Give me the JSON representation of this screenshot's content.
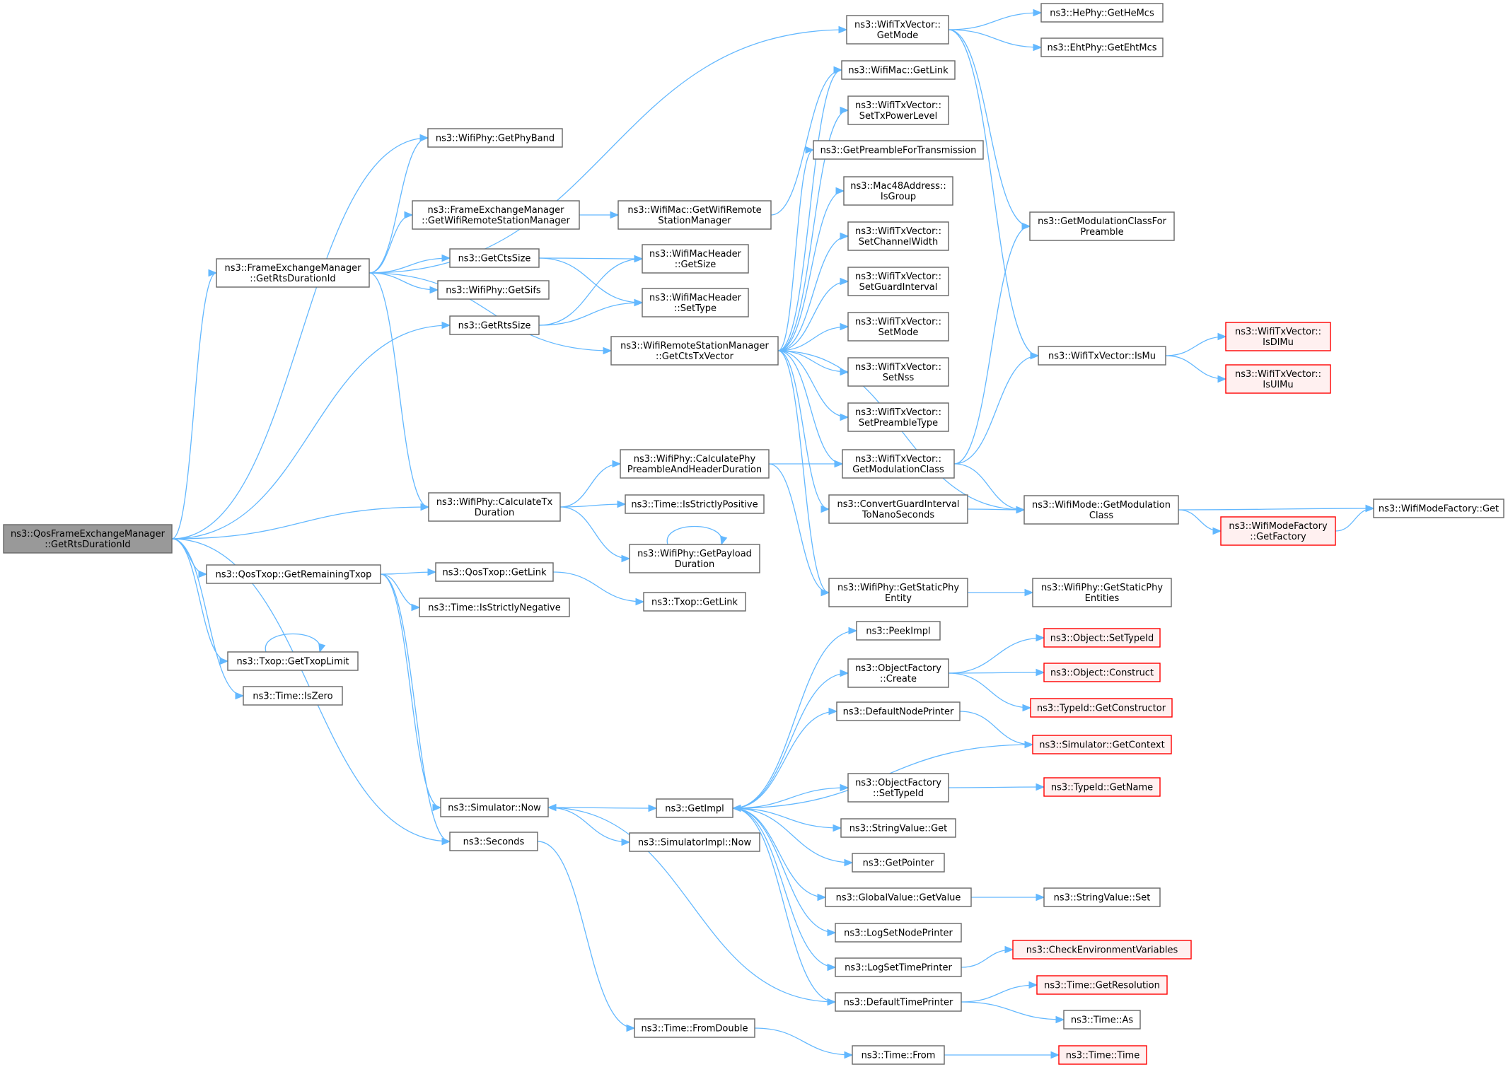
{
  "colors": {
    "edge": "#63b8ff",
    "node_fill": "#ffffff",
    "node_stroke": "#666666",
    "root_fill": "#999999",
    "root_stroke": "#666666",
    "truncated_fill": "#fff0f0",
    "truncated_stroke": "#ff0000"
  },
  "nodes": [
    {
      "id": "root",
      "lines": [
        "ns3::QosFrameExchangeManager",
        "::GetRtsDurationId"
      ],
      "style": "root"
    },
    {
      "id": "fem_getRtsDur",
      "lines": [
        "ns3::FrameExchangeManager",
        "::GetRtsDurationId"
      ]
    },
    {
      "id": "getPhyBand",
      "lines": [
        "ns3::WifiPhy::GetPhyBand"
      ]
    },
    {
      "id": "fem_getWRSM",
      "lines": [
        "ns3::FrameExchangeManager",
        "::GetWifiRemoteStationManager"
      ]
    },
    {
      "id": "getCtsSize",
      "lines": [
        "ns3::GetCtsSize"
      ]
    },
    {
      "id": "getSifs",
      "lines": [
        "ns3::WifiPhy::GetSifs"
      ]
    },
    {
      "id": "getRtsSize",
      "lines": [
        "ns3::GetRtsSize"
      ]
    },
    {
      "id": "calcTxDur",
      "lines": [
        "ns3::WifiPhy::CalculateTx",
        "Duration"
      ]
    },
    {
      "id": "getRemTxop",
      "lines": [
        "ns3::QosTxop::GetRemainingTxop"
      ]
    },
    {
      "id": "getTxopLimit",
      "lines": [
        "ns3::Txop::GetTxopLimit"
      ]
    },
    {
      "id": "isZero",
      "lines": [
        "ns3::Time::IsZero"
      ]
    },
    {
      "id": "simNow",
      "lines": [
        "ns3::Simulator::Now"
      ]
    },
    {
      "id": "seconds",
      "lines": [
        "ns3::Seconds"
      ]
    },
    {
      "id": "qosGetLink",
      "lines": [
        "ns3::QosTxop::GetLink"
      ]
    },
    {
      "id": "isStrictlyNeg",
      "lines": [
        "ns3::Time::IsStrictlyNegative"
      ]
    },
    {
      "id": "mac_getWRSM",
      "lines": [
        "ns3::WifiMac::GetWifiRemote",
        "StationManager"
      ]
    },
    {
      "id": "macHdrGetSize",
      "lines": [
        "ns3::WifiMacHeader",
        "::GetSize"
      ]
    },
    {
      "id": "macHdrSetType",
      "lines": [
        "ns3::WifiMacHeader",
        "::SetType"
      ]
    },
    {
      "id": "wrsm_getCts",
      "lines": [
        "ns3::WifiRemoteStationManager",
        "::GetCtsTxVector"
      ]
    },
    {
      "id": "calcPhyPreamble",
      "lines": [
        "ns3::WifiPhy::CalculatePhy",
        "PreambleAndHeaderDuration"
      ]
    },
    {
      "id": "isStrictlyPos",
      "lines": [
        "ns3::Time::IsStrictlyPositive"
      ]
    },
    {
      "id": "getPayloadDur",
      "lines": [
        "ns3::WifiPhy::GetPayload",
        "Duration"
      ]
    },
    {
      "id": "txopGetLink",
      "lines": [
        "ns3::Txop::GetLink"
      ]
    },
    {
      "id": "getImpl",
      "lines": [
        "ns3::GetImpl"
      ]
    },
    {
      "id": "simImplNow",
      "lines": [
        "ns3::SimulatorImpl::Now"
      ]
    },
    {
      "id": "fromDouble",
      "lines": [
        "ns3::Time::FromDouble"
      ]
    },
    {
      "id": "txv_getMode",
      "lines": [
        "ns3::WifiTxVector::",
        "GetMode"
      ]
    },
    {
      "id": "macGetLink",
      "lines": [
        "ns3::WifiMac::GetLink"
      ]
    },
    {
      "id": "setTxPower",
      "lines": [
        "ns3::WifiTxVector::",
        "SetTxPowerLevel"
      ]
    },
    {
      "id": "getPreambleTx",
      "lines": [
        "ns3::GetPreambleForTransmission"
      ]
    },
    {
      "id": "isGroup",
      "lines": [
        "ns3::Mac48Address::",
        "IsGroup"
      ]
    },
    {
      "id": "setChWidth",
      "lines": [
        "ns3::WifiTxVector::",
        "SetChannelWidth"
      ]
    },
    {
      "id": "setGuard",
      "lines": [
        "ns3::WifiTxVector::",
        "SetGuardInterval"
      ]
    },
    {
      "id": "setMode",
      "lines": [
        "ns3::WifiTxVector::",
        "SetMode"
      ]
    },
    {
      "id": "setNss",
      "lines": [
        "ns3::WifiTxVector::",
        "SetNss"
      ]
    },
    {
      "id": "setPreambleType",
      "lines": [
        "ns3::WifiTxVector::",
        "SetPreambleType"
      ]
    },
    {
      "id": "txv_getModClass",
      "lines": [
        "ns3::WifiTxVector::",
        "GetModulationClass"
      ]
    },
    {
      "id": "convGuard",
      "lines": [
        "ns3::ConvertGuardInterval",
        "ToNanoSeconds"
      ]
    },
    {
      "id": "getStaticPhy",
      "lines": [
        "ns3::WifiPhy::GetStaticPhy",
        "Entity"
      ]
    },
    {
      "id": "peekImpl",
      "lines": [
        "ns3::PeekImpl"
      ]
    },
    {
      "id": "objFactCreate",
      "lines": [
        "ns3::ObjectFactory",
        "::Create"
      ]
    },
    {
      "id": "defNodePrinter",
      "lines": [
        "ns3::DefaultNodePrinter"
      ]
    },
    {
      "id": "objFactSetType",
      "lines": [
        "ns3::ObjectFactory",
        "::SetTypeId"
      ]
    },
    {
      "id": "strValGet",
      "lines": [
        "ns3::StringValue::Get"
      ]
    },
    {
      "id": "getPointer",
      "lines": [
        "ns3::GetPointer"
      ]
    },
    {
      "id": "gvGetValue",
      "lines": [
        "ns3::GlobalValue::GetValue"
      ]
    },
    {
      "id": "logSetNode",
      "lines": [
        "ns3::LogSetNodePrinter"
      ]
    },
    {
      "id": "logSetTime",
      "lines": [
        "ns3::LogSetTimePrinter"
      ]
    },
    {
      "id": "defTimePrinter",
      "lines": [
        "ns3::DefaultTimePrinter"
      ]
    },
    {
      "id": "timeFrom",
      "lines": [
        "ns3::Time::From"
      ]
    },
    {
      "id": "heGetMcs",
      "lines": [
        "ns3::HePhy::GetHeMcs"
      ]
    },
    {
      "id": "ehtGetMcs",
      "lines": [
        "ns3::EhtPhy::GetEhtMcs"
      ]
    },
    {
      "id": "getModClassPre",
      "lines": [
        "ns3::GetModulationClassFor",
        "Preamble"
      ]
    },
    {
      "id": "isMu",
      "lines": [
        "ns3::WifiTxVector::IsMu"
      ]
    },
    {
      "id": "modeGetModClass",
      "lines": [
        "ns3::WifiMode::GetModulation",
        "Class"
      ]
    },
    {
      "id": "getStaticPhyEnt",
      "lines": [
        "ns3::WifiPhy::GetStaticPhy",
        "Entities"
      ]
    },
    {
      "id": "objSetTypeId",
      "lines": [
        "ns3::Object::SetTypeId"
      ],
      "style": "truncated"
    },
    {
      "id": "objConstruct",
      "lines": [
        "ns3::Object::Construct"
      ],
      "style": "truncated"
    },
    {
      "id": "tidGetCtor",
      "lines": [
        "ns3::TypeId::GetConstructor"
      ],
      "style": "truncated"
    },
    {
      "id": "simGetContext",
      "lines": [
        "ns3::Simulator::GetContext"
      ],
      "style": "truncated"
    },
    {
      "id": "tidGetName",
      "lines": [
        "ns3::TypeId::GetName"
      ],
      "style": "truncated"
    },
    {
      "id": "strValSet",
      "lines": [
        "ns3::StringValue::Set"
      ]
    },
    {
      "id": "checkEnv",
      "lines": [
        "ns3::CheckEnvironmentVariables"
      ],
      "style": "truncated"
    },
    {
      "id": "timeGetRes",
      "lines": [
        "ns3::Time::GetResolution"
      ],
      "style": "truncated"
    },
    {
      "id": "timeAs",
      "lines": [
        "ns3::Time::As"
      ]
    },
    {
      "id": "timeTime",
      "lines": [
        "ns3::Time::Time"
      ],
      "style": "truncated"
    },
    {
      "id": "isDlMu",
      "lines": [
        "ns3::WifiTxVector::",
        "IsDlMu"
      ],
      "style": "truncated"
    },
    {
      "id": "isUlMu",
      "lines": [
        "ns3::WifiTxVector::",
        "IsUlMu"
      ],
      "style": "truncated"
    },
    {
      "id": "wmfGetFactory",
      "lines": [
        "ns3::WifiModeFactory",
        "::GetFactory"
      ],
      "style": "truncated"
    },
    {
      "id": "wmfGet",
      "lines": [
        "ns3::WifiModeFactory::Get"
      ]
    }
  ],
  "edges": [
    [
      "root",
      "getPhyBand"
    ],
    [
      "root",
      "fem_getRtsDur"
    ],
    [
      "root",
      "getRtsSize"
    ],
    [
      "root",
      "calcTxDur"
    ],
    [
      "root",
      "getRemTxop"
    ],
    [
      "root",
      "seconds"
    ],
    [
      "root",
      "getTxopLimit"
    ],
    [
      "root",
      "isZero"
    ],
    [
      "fem_getRtsDur",
      "getPhyBand"
    ],
    [
      "fem_getRtsDur",
      "fem_getWRSM"
    ],
    [
      "fem_getRtsDur",
      "getCtsSize"
    ],
    [
      "fem_getRtsDur",
      "getSifs"
    ],
    [
      "fem_getRtsDur",
      "calcTxDur"
    ],
    [
      "fem_getRtsDur",
      "wrsm_getCts"
    ],
    [
      "fem_getRtsDur",
      "txv_getMode"
    ],
    [
      "fem_getWRSM",
      "mac_getWRSM"
    ],
    [
      "mac_getWRSM",
      "macGetLink"
    ],
    [
      "getCtsSize",
      "macHdrGetSize"
    ],
    [
      "getCtsSize",
      "macHdrSetType"
    ],
    [
      "getRtsSize",
      "macHdrGetSize"
    ],
    [
      "getRtsSize",
      "macHdrSetType"
    ],
    [
      "calcTxDur",
      "calcPhyPreamble"
    ],
    [
      "calcTxDur",
      "isStrictlyPos"
    ],
    [
      "calcTxDur",
      "getPayloadDur"
    ],
    [
      "getPayloadDur",
      "getPayloadDur"
    ],
    [
      "getRemTxop",
      "qosGetLink"
    ],
    [
      "getRemTxop",
      "isStrictlyNeg"
    ],
    [
      "getRemTxop",
      "simNow"
    ],
    [
      "getRemTxop",
      "seconds"
    ],
    [
      "getTxopLimit",
      "getTxopLimit"
    ],
    [
      "qosGetLink",
      "txopGetLink"
    ],
    [
      "simNow",
      "getImpl"
    ],
    [
      "simNow",
      "simImplNow"
    ],
    [
      "seconds",
      "fromDouble"
    ],
    [
      "fromDouble",
      "timeFrom"
    ],
    [
      "timeFrom",
      "timeTime"
    ],
    [
      "wrsm_getCts",
      "macGetLink"
    ],
    [
      "wrsm_getCts",
      "setTxPower"
    ],
    [
      "wrsm_getCts",
      "getPreambleTx"
    ],
    [
      "wrsm_getCts",
      "isGroup"
    ],
    [
      "wrsm_getCts",
      "setChWidth"
    ],
    [
      "wrsm_getCts",
      "setGuard"
    ],
    [
      "wrsm_getCts",
      "setMode"
    ],
    [
      "wrsm_getCts",
      "setNss"
    ],
    [
      "wrsm_getCts",
      "setPreambleType"
    ],
    [
      "wrsm_getCts",
      "txv_getModClass"
    ],
    [
      "wrsm_getCts",
      "convGuard"
    ],
    [
      "wrsm_getCts",
      "getStaticPhy"
    ],
    [
      "wrsm_getCts",
      "modeGetModClass"
    ],
    [
      "calcPhyPreamble",
      "txv_getModClass"
    ],
    [
      "calcPhyPreamble",
      "getStaticPhy"
    ],
    [
      "txv_getMode",
      "heGetMcs"
    ],
    [
      "txv_getMode",
      "ehtGetMcs"
    ],
    [
      "txv_getMode",
      "getModClassPre"
    ],
    [
      "txv_getMode",
      "isMu"
    ],
    [
      "txv_getModClass",
      "getModClassPre"
    ],
    [
      "txv_getModClass",
      "isMu"
    ],
    [
      "txv_getModClass",
      "modeGetModClass"
    ],
    [
      "convGuard",
      "modeGetModClass"
    ],
    [
      "getStaticPhy",
      "getStaticPhyEnt"
    ],
    [
      "isMu",
      "isDlMu"
    ],
    [
      "isMu",
      "isUlMu"
    ],
    [
      "modeGetModClass",
      "wmfGet"
    ],
    [
      "modeGetModClass",
      "wmfGetFactory"
    ],
    [
      "wmfGetFactory",
      "wmfGet"
    ],
    [
      "getImpl",
      "peekImpl"
    ],
    [
      "getImpl",
      "objFactCreate"
    ],
    [
      "getImpl",
      "defNodePrinter"
    ],
    [
      "getImpl",
      "objFactSetType"
    ],
    [
      "getImpl",
      "strValGet"
    ],
    [
      "getImpl",
      "getPointer"
    ],
    [
      "getImpl",
      "gvGetValue"
    ],
    [
      "getImpl",
      "logSetNode"
    ],
    [
      "getImpl",
      "logSetTime"
    ],
    [
      "getImpl",
      "defTimePrinter"
    ],
    [
      "objFactCreate",
      "objSetTypeId"
    ],
    [
      "objFactCreate",
      "objConstruct"
    ],
    [
      "objFactCreate",
      "tidGetCtor"
    ],
    [
      "defNodePrinter",
      "simGetContext"
    ],
    [
      "simGetContext",
      "getImpl"
    ],
    [
      "objFactSetType",
      "tidGetName"
    ],
    [
      "gvGetValue",
      "strValSet"
    ],
    [
      "logSetTime",
      "checkEnv"
    ],
    [
      "defTimePrinter",
      "timeGetRes"
    ],
    [
      "defTimePrinter",
      "timeAs"
    ],
    [
      "defTimePrinter",
      "simNow"
    ]
  ]
}
